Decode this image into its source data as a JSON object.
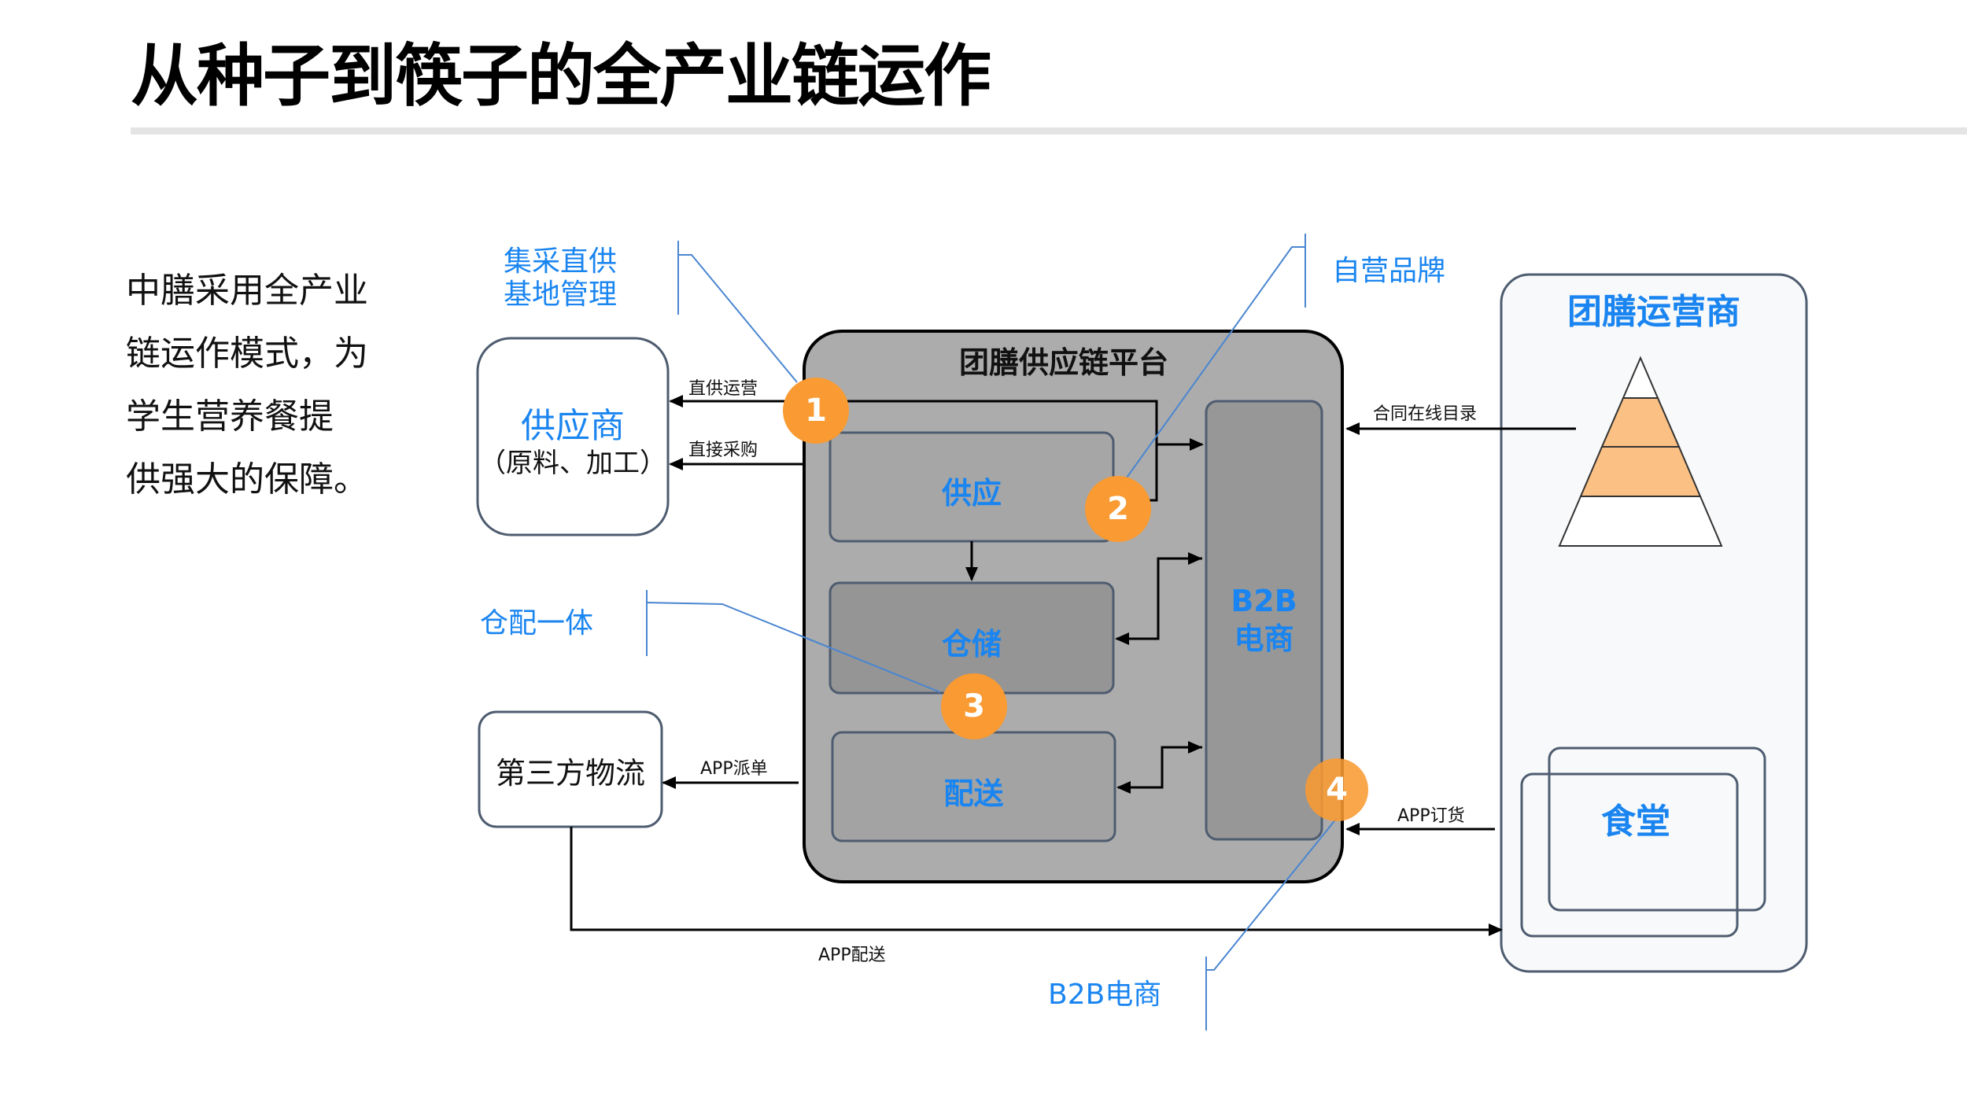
{
  "page": {
    "title": "从种子到筷子的全产业链运作",
    "intro_lines": [
      "中膳采用全产业",
      "链运作模式，为",
      "学生营养餐提",
      "供强大的保障。"
    ]
  },
  "colors": {
    "accent_blue": "#1a85f0",
    "badge_orange": "#f99a32",
    "pyramid_orange": "#fbc083",
    "platform_gray": "#acacac",
    "inner_box_gray": "#9a9a9a",
    "callout_line_blue": "#4a86d0"
  },
  "callouts": {
    "c1": [
      "集采直供",
      "基地管理"
    ],
    "c2": "自营品牌",
    "c3": "仓配一体",
    "c4": "B2B电商"
  },
  "badges": [
    "1",
    "2",
    "3",
    "4"
  ],
  "nodes": {
    "supplier": {
      "title": "供应商",
      "subtitle": "（原料、加工）"
    },
    "logistics": {
      "title": "第三方物流"
    },
    "platform": {
      "title": "团膳供应链平台",
      "modules": {
        "supply": "供应",
        "storage": "仓储",
        "delivery": "配送"
      },
      "b2b_line1": "B2B",
      "b2b_line2": "电商"
    },
    "operator": {
      "title": "团膳运营商",
      "canteen": "食堂"
    }
  },
  "edges": {
    "direct_ops": "直供运营",
    "direct_purchase": "直接采购",
    "app_dispatch": "APP派单",
    "contract_catalog": "合同在线目录",
    "app_order": "APP订货",
    "app_delivery": "APP配送"
  }
}
